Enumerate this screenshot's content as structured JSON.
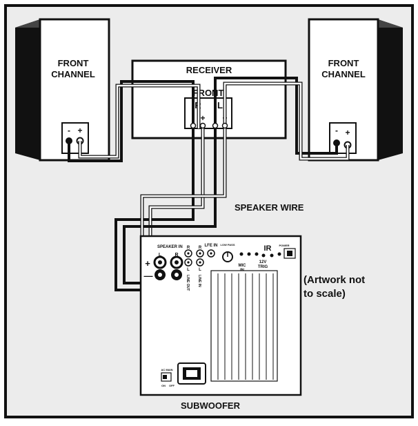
{
  "colors": {
    "background": "#ececec",
    "line": "#111111",
    "wire_light": "#ffffff",
    "panel": "#ffffff"
  },
  "speakers": {
    "left_label_line1": "FRONT",
    "left_label_line2": "CHANNEL",
    "right_label_line1": "FRONT",
    "right_label_line2": "CHANNEL",
    "terminal_minus": "-",
    "terminal_plus": "+"
  },
  "receiver": {
    "label": "RECEIVER",
    "front_label": "FRONT",
    "channel_r": "R",
    "channel_l": "L",
    "term_minus": "-",
    "term_plus": "+"
  },
  "speaker_wire_label": "SPEAKER WIRE",
  "note_line1": "(Artwork not",
  "note_line2": "to scale)",
  "subwoofer": {
    "label": "SUBWOOFER",
    "speaker_in": "SPEAKER IN",
    "r": "R",
    "l": "L",
    "plus": "+",
    "minus": "—",
    "lfe_in": "LFE IN",
    "line_out": "LINE OUT",
    "line_in": "LINE IN",
    "low_pass": "LOW PASS",
    "mic_in_1": "MIC",
    "mic_in_2": "IN",
    "ir": "IR",
    "trig_1": "12V",
    "trig_2": "TRIG",
    "power": "POWER",
    "ac_main": "AC MAIN",
    "on": "ON",
    "off": "OFF"
  },
  "icons": [
    "speaker-cabinet-icon",
    "binding-post-icon",
    "knob-icon",
    "ac-socket-icon",
    "heatsink-icon"
  ]
}
